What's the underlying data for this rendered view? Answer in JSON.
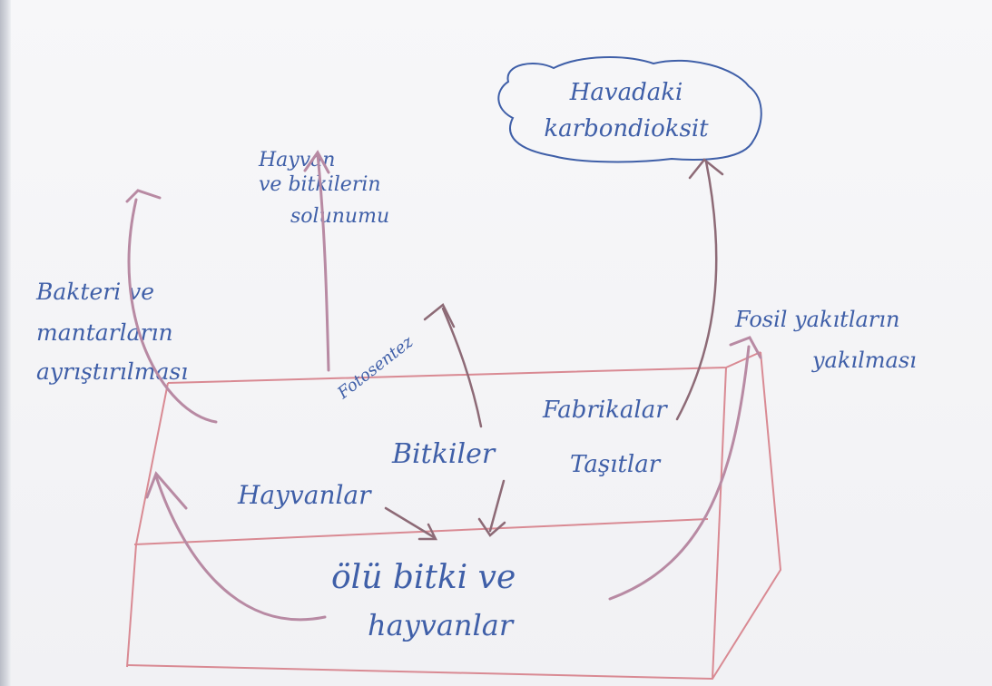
{
  "labels": {
    "atmospheric_co2": [
      "Havadaki",
      "karbondioksit"
    ],
    "respiration": [
      "Hayvan",
      "ve bitkilerin",
      "solunumu"
    ],
    "decomposition": [
      "Bakteri ve",
      "mantarların",
      "ayrıştırılması"
    ],
    "photosynthesis": "Fotosentez",
    "fossil_fuel_burning": [
      "Fosil yakıtların",
      "yakılması"
    ],
    "factories": "Fabrikalar",
    "vehicles": "Taşıtlar",
    "plants": "Bitkiler",
    "animals": "Hayvanlar",
    "dead_organisms": [
      "ölü bitki ve",
      "hayvanlar"
    ]
  },
  "colors": {
    "ink": "#3f5fa8",
    "box_lines": "#d98a93",
    "arrows": "#b88aa3",
    "paper": "#f4f4f6"
  }
}
